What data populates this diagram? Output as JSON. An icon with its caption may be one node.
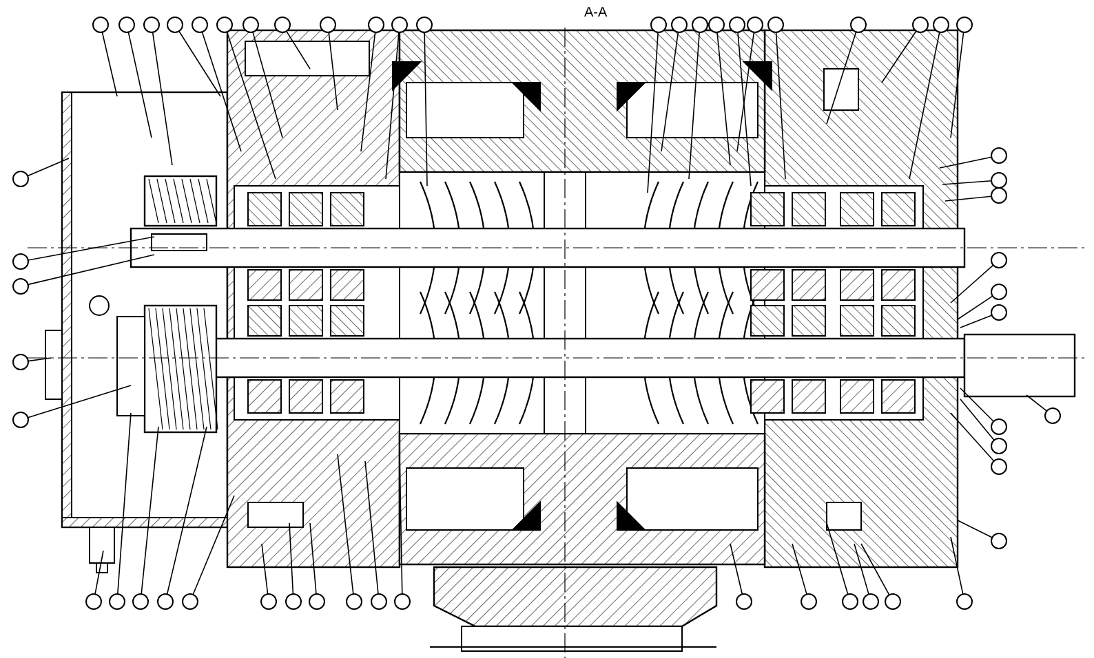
{
  "diagram": {
    "nodes": [
      {
        "text": [],
        "shape": "circle"
      },
      {
        "text": [],
        "shape": "circle"
      },
      {
        "text": [],
        "shape": "circle"
      },
      {
        "text": [],
        "shape": "circle"
      },
      {
        "text": [],
        "shape": "circle"
      },
      {
        "text": [],
        "shape": "circle"
      },
      {
        "text": [],
        "shape": "circle"
      },
      {
        "text": [],
        "shape": "circle"
      },
      {
        "text": [],
        "shape": "circle"
      },
      {
        "text": [],
        "shape": "circle"
      },
      {
        "text": [],
        "shape": "circle"
      },
      {
        "text": [],
        "shape": "circle"
      },
      {
        "text": [],
        "shape": "circle"
      },
      {
        "text": [],
        "shape": "circle"
      },
      {
        "text": [],
        "shape": "circle"
      },
      {
        "text": [],
        "shape": "circle"
      },
      {
        "text": [],
        "shape": "circle"
      },
      {
        "text": [],
        "shape": "circle"
      },
      {
        "text": [],
        "shape": "circle"
      },
      {
        "text": [],
        "shape": "circle"
      },
      {
        "text": [],
        "shape": "circle"
      },
      {
        "text": [],
        "shape": "circle"
      },
      {
        "text": [],
        "shape": "circle"
      },
      {
        "text": [],
        "shape": "circle"
      },
      {
        "text": [],
        "shape": "circle"
      },
      {
        "text": [],
        "shape": "circle"
      },
      {
        "text": [],
        "shape": "circle"
      },
      {
        "text": [],
        "shape": "circle"
      },
      {
        "text": [],
        "shape": "circle"
      },
      {
        "text": [],
        "shape": "circle"
      },
      {
        "text": [],
        "shape": "circle"
      },
      {
        "text": [],
        "shape": "circle"
      },
      {
        "text": [],
        "shape": "circle"
      },
      {
        "text": [],
        "shape": "circle"
      },
      {
        "text": [],
        "shape": "circle"
      },
      {
        "text": [],
        "shape": "circle"
      },
      {
        "text": [],
        "shape": "circle"
      },
      {
        "text": [],
        "shape": "circle"
      },
      {
        "text": [],
        "shape": "circle"
      },
      {
        "text": [],
        "shape": "circle"
      },
      {
        "text": [],
        "shape": "circle"
      },
      {
        "text": [],
        "shape": "circle"
      },
      {
        "text": [],
        "shape": "circle"
      },
      {
        "text": [],
        "shape": "circle"
      },
      {
        "text": [],
        "shape": "circle"
      },
      {
        "text": [],
        "shape": "circle"
      },
      {
        "text": [],
        "shape": "circle"
      },
      {
        "text": [],
        "shape": "circle"
      },
      {
        "text": [],
        "shape": "circle"
      },
      {
        "text": [],
        "shape": "circle"
      },
      {
        "text": [],
        "shape": "circle"
      },
      {
        "text": [],
        "shape": "circle"
      },
      {
        "text": [],
        "shape": "circle"
      },
      {
        "text": [],
        "shape": "circle"
      },
      {
        "text": [],
        "shape": "circle"
      },
      {
        "text": [],
        "shape": "circle"
      }
    ],
    "edges": [
      {
        "from": 0,
        "to": null,
        "arrow": "none"
      },
      {
        "from": 1,
        "to": null,
        "arrow": "none"
      },
      {
        "from": 2,
        "to": null,
        "arrow": "none"
      },
      {
        "from": 3,
        "to": null,
        "arrow": "none"
      },
      {
        "from": 4,
        "to": null,
        "arrow": "none"
      },
      {
        "from": 5,
        "to": null,
        "arrow": "none"
      },
      {
        "from": 6,
        "to": null,
        "arrow": "none"
      },
      {
        "from": 7,
        "to": null,
        "arrow": "none"
      },
      {
        "from": 8,
        "to": null,
        "arrow": "none"
      },
      {
        "from": 9,
        "to": null,
        "arrow": "none"
      },
      {
        "from": 10,
        "to": null,
        "arrow": "none"
      },
      {
        "from": 11,
        "to": null,
        "arrow": "none"
      },
      {
        "from": 12,
        "to": null,
        "arrow": "none"
      },
      {
        "from": 13,
        "to": null,
        "arrow": "none"
      },
      {
        "from": 14,
        "to": null,
        "arrow": "none"
      },
      {
        "from": 15,
        "to": null,
        "arrow": "none"
      },
      {
        "from": 16,
        "to": null,
        "arrow": "none"
      },
      {
        "from": 17,
        "to": null,
        "arrow": "none"
      },
      {
        "from": 18,
        "to": null,
        "arrow": "none"
      },
      {
        "from": 19,
        "to": null,
        "arrow": "none"
      },
      {
        "from": 20,
        "to": null,
        "arrow": "none"
      },
      {
        "from": 21,
        "to": null,
        "arrow": "none"
      },
      {
        "from": 22,
        "to": null,
        "arrow": "none"
      },
      {
        "from": 23,
        "to": null,
        "arrow": "none"
      },
      {
        "from": 24,
        "to": null,
        "arrow": "none"
      },
      {
        "from": 25,
        "to": null,
        "arrow": "none"
      },
      {
        "from": 26,
        "to": null,
        "arrow": "none"
      },
      {
        "from": 27,
        "to": null,
        "arrow": "none"
      },
      {
        "from": 28,
        "to": null,
        "arrow": "none"
      },
      {
        "from": 29,
        "to": null,
        "arrow": "none"
      },
      {
        "from": 30,
        "to": null,
        "arrow": "none"
      },
      {
        "from": 31,
        "to": null,
        "arrow": "none"
      },
      {
        "from": 32,
        "to": null,
        "arrow": "none"
      },
      {
        "from": 33,
        "to": null,
        "arrow": "none"
      },
      {
        "from": 34,
        "to": null,
        "arrow": "none"
      },
      {
        "from": 35,
        "to": null,
        "arrow": "none"
      },
      {
        "from": 36,
        "to": null,
        "arrow": "none"
      },
      {
        "from": 37,
        "to": null,
        "arrow": "none"
      },
      {
        "from": 38,
        "to": null,
        "arrow": "none"
      },
      {
        "from": 39,
        "to": null,
        "arrow": "none"
      },
      {
        "from": 40,
        "to": null,
        "arrow": "none"
      },
      {
        "from": 41,
        "to": null,
        "arrow": "none"
      },
      {
        "from": 42,
        "to": null,
        "arrow": "none"
      },
      {
        "from": 43,
        "to": null,
        "arrow": "none"
      },
      {
        "from": 44,
        "to": null,
        "arrow": "none"
      },
      {
        "from": 45,
        "to": null,
        "arrow": "none"
      },
      {
        "from": 46,
        "to": null,
        "arrow": "none"
      },
      {
        "from": 47,
        "to": null,
        "arrow": "none"
      },
      {
        "from": 48,
        "to": null,
        "arrow": "none"
      },
      {
        "from": 49,
        "to": null,
        "arrow": "none"
      },
      {
        "from": 50,
        "to": null,
        "arrow": "none"
      },
      {
        "from": 51,
        "to": null,
        "arrow": "none"
      },
      {
        "from": 52,
        "to": null,
        "arrow": "none"
      },
      {
        "from": 53,
        "to": null,
        "arrow": "none"
      },
      {
        "from": 54,
        "to": null,
        "arrow": "none"
      },
      {
        "from": 55,
        "to": null,
        "arrow": "none"
      }
    ],
    "labels": [
      "A-A"
    ]
  }
}
